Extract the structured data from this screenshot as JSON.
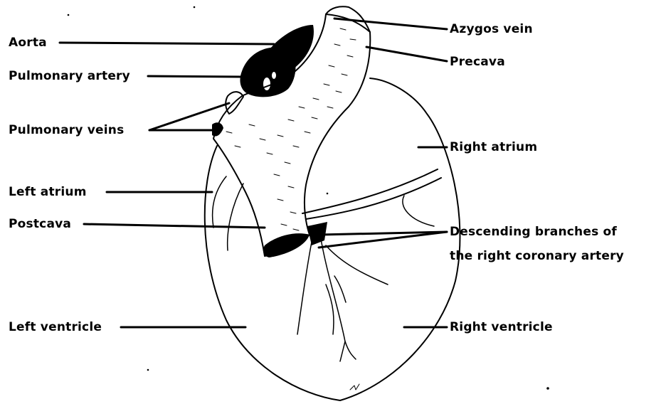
{
  "labels": {
    "aorta": "Aorta",
    "pulmonary_artery": "Pulmonary artery",
    "pulmonary_veins": "Pulmonary veins",
    "left_atrium": "Left atrium",
    "postcava": "Postcava",
    "left_ventricle": "Left ventricle",
    "azygos_vein": "Azygos vein",
    "precava": "Precava",
    "right_atrium": "Right atrium",
    "descending_branches_line1": "Descending branches of",
    "descending_branches_line2": "the right coronary artery",
    "right_ventricle": "Right ventricle"
  },
  "colors": {
    "ink": "#000000",
    "background": "#ffffff"
  }
}
